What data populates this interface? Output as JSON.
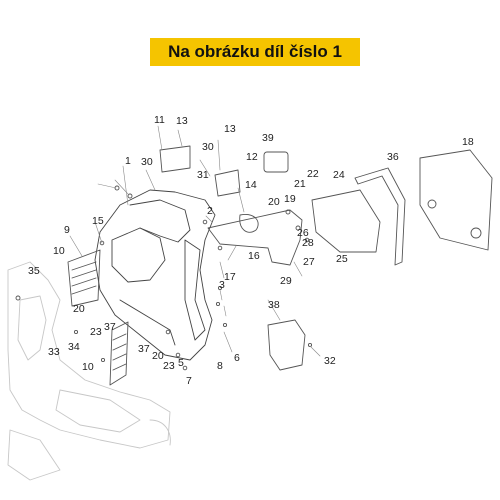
{
  "banner": {
    "text": "Na obrázku díl číslo 1"
  },
  "callouts": [
    "1",
    "2",
    "3",
    "5",
    "6",
    "7",
    "8",
    "9",
    "10",
    "10",
    "11",
    "12",
    "13",
    "13",
    "14",
    "15",
    "16",
    "17",
    "18",
    "19",
    "20",
    "20",
    "20",
    "21",
    "22",
    "23",
    "23",
    "24",
    "25",
    "26",
    "27",
    "28",
    "29",
    "30",
    "30",
    "31",
    "32",
    "33",
    "34",
    "35",
    "36",
    "37",
    "37",
    "38",
    "39"
  ]
}
